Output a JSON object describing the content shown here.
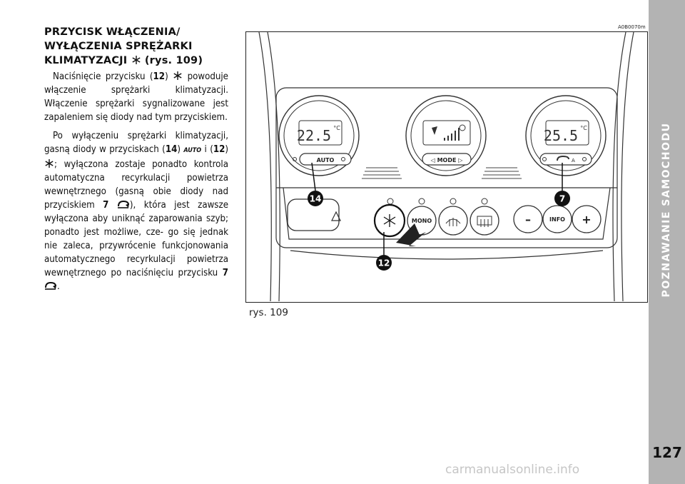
{
  "heading": {
    "line1": "PRZYCISK WŁĄCZENIA/",
    "line2": "WYŁĄCZENIA SPRĘŻARKI",
    "line3": "KLIMATYZACJI",
    "line3_ref": "(rys. 109)"
  },
  "paragraph1": {
    "t1": "Naciśnięcie przycisku (",
    "n1": "12",
    "t2": ") ",
    "t3": " powoduje włączenie sprężarki klimatyzacji. Włączenie sprężarki sygnalizowane jest zapaleniem się diody nad tym przyciskiem."
  },
  "paragraph2": {
    "t1": "Po wyłączeniu sprężarki klimatyzacji, gasną diody w przyciskach (",
    "n1": "14",
    "t2": ") ",
    "auto": "AUTO",
    "t3": " i (",
    "n2": "12",
    "t4": ") ",
    "t5": "; wyłączona zostaje ponadto kontrola automatyczna recyrkulacji powietrza wewnętrznego (gasną obie diody nad przyciskiem ",
    "n3": "7",
    "t6": "), która jest zawsze wyłączona aby uniknąć zaparowania szyb; ponadto jest możliwe, cze- go się jednak nie zaleca, przywrócenie funkcjonowania automatycznego recyrkulacji powietrza wewnętrznego po naciśnięciu przycisku ",
    "n4": "7",
    "t7": "."
  },
  "figure": {
    "code": "A0B0070m",
    "caption": "rys. 109",
    "left_display": {
      "temp": "22.5",
      "unit": "°C",
      "button": "AUTO"
    },
    "center_display": {
      "button": "◁ MODE ▷"
    },
    "right_display": {
      "temp": "25.5",
      "unit": "°C",
      "button_letter": "A"
    },
    "buttons": {
      "mono": "MONO",
      "info": "INFO",
      "minus": "–",
      "plus": "+"
    },
    "callouts": {
      "c14": "14",
      "c7": "7",
      "c12": "12"
    }
  },
  "side_tab": {
    "title": "POZNAWANIE SAMOCHODU"
  },
  "page_number": "127",
  "watermark": "carmanualsonline.info"
}
